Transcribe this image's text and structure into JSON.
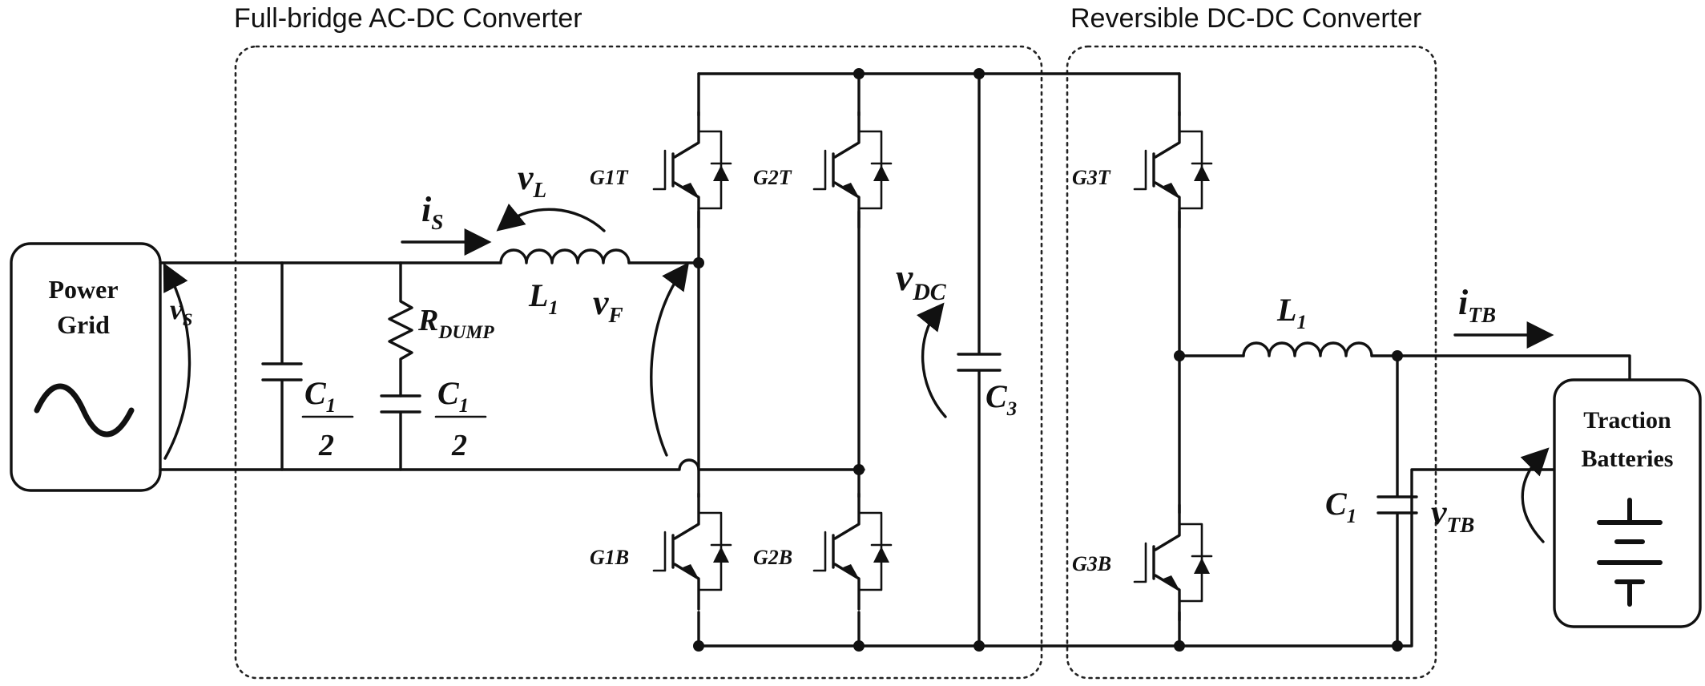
{
  "diagram": {
    "frames": {
      "ac_dc_title": "Full-bridge AC-DC Converter",
      "dc_dc_title": "Reversible DC-DC Converter"
    },
    "blocks": {
      "grid_line1": "Power",
      "grid_line2": "Grid",
      "battery_line1": "Traction",
      "battery_line2": "Batteries"
    },
    "labels": {
      "vs_main": "v",
      "vs_sub": "S",
      "is_main": "i",
      "is_sub": "S",
      "vl_main": "v",
      "vl_sub": "L",
      "l1_main": "L",
      "l1_sub": "1",
      "vf_main": "v",
      "vf_sub": "F",
      "rdump_main": "R",
      "rdump_sub": "DUMP",
      "c1_num_a": "C",
      "c1_num_a_sub": "1",
      "c1_den_a": "2",
      "c1_num_b": "C",
      "c1_num_b_sub": "1",
      "c1_den_b": "2",
      "vdc_main": "v",
      "vdc_sub": "DC",
      "c3_main": "C",
      "c3_sub": "3",
      "l2_main": "L",
      "l2_sub": "1",
      "c2_main": "C",
      "c2_sub": "1",
      "vtb_main": "v",
      "vtb_sub": "TB",
      "itb_main": "i",
      "itb_sub": "TB",
      "g1t": "G1T",
      "g2t": "G2T",
      "g1b": "G1B",
      "g2b": "G2B",
      "g3t": "G3T",
      "g3b": "G3B"
    }
  }
}
